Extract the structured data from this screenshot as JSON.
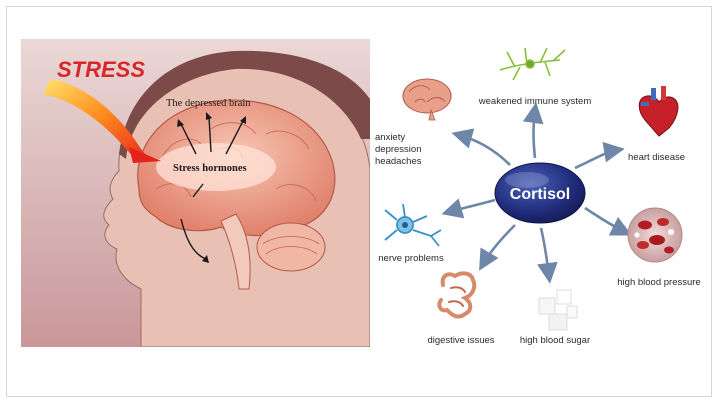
{
  "illustration": {
    "stress_label": "STRESS",
    "depressed_brain_label": "The depressed brain",
    "stress_hormones_label": "Stress hormones"
  },
  "diagram": {
    "center_label": "Cortisol",
    "effects": {
      "immune": "weakened immune system",
      "anxiety_lines": [
        "anxiety",
        "depression",
        "headaches"
      ],
      "heart": "heart disease",
      "nerve": "nerve problems",
      "bp": "high blood pressure",
      "digestive": "digestive issues",
      "sugar": "high blood sugar"
    },
    "colors": {
      "center_fill": "#1f2a78",
      "arrow": "#6e86a8"
    }
  }
}
